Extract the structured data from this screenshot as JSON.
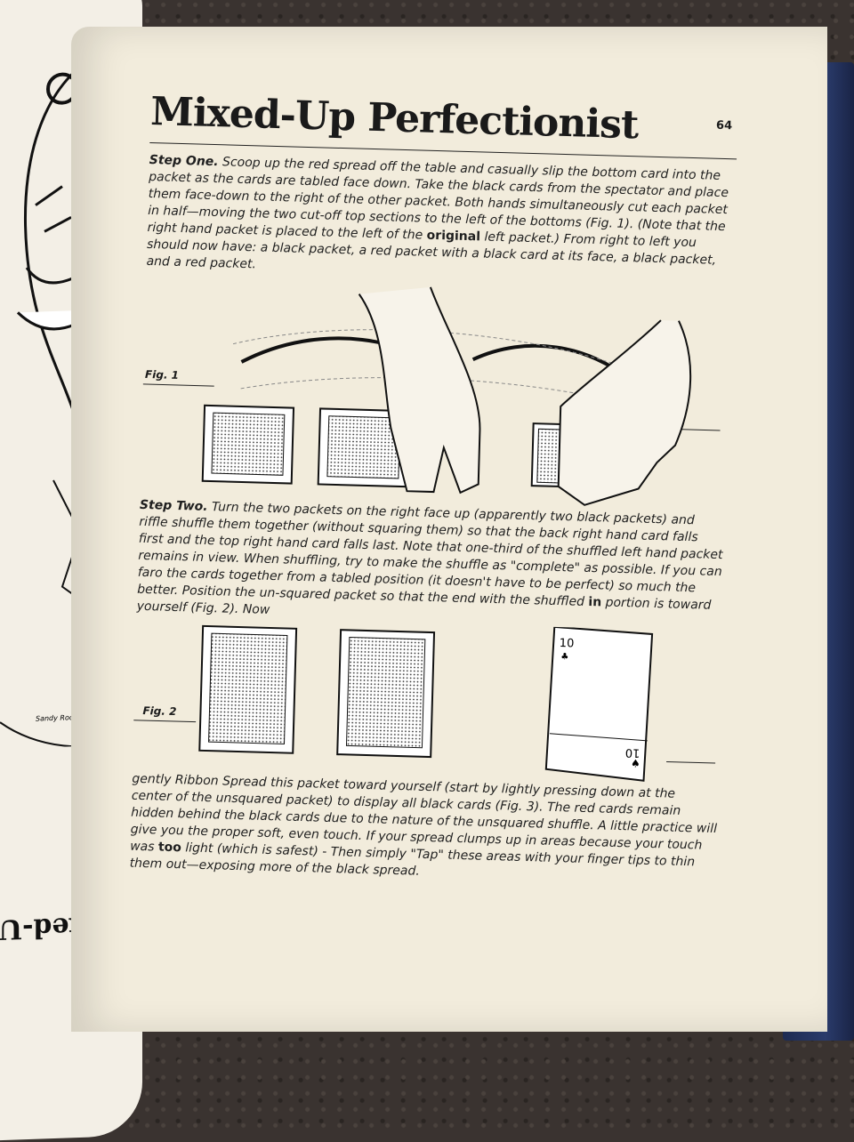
{
  "book": {
    "page_number": "64",
    "title": "Mixed-Up Perfectionist",
    "left_page_title": "Mixed-Up",
    "left_page_signature": "Sandy Root"
  },
  "step_one": {
    "lead": "Step One.",
    "text_a": " Scoop up the red spread off the table and casually slip the bottom card into the packet as the cards are tabled face down. Take the black cards from the spectator and place them face-down to the right of the other packet. Both hands simultaneously cut each packet in half—moving the two cut-off top sections to the left of the bottoms (Fig. 1). (Note that the right hand packet is placed to the left of the ",
    "emphasis": "original",
    "text_b": " left packet.) From right to left you should now have: a black packet, a red packet with a black card at its face, a black packet, and a red packet."
  },
  "figures": {
    "fig1_label": "Fig. 1",
    "fig2_label": "Fig. 2",
    "card_rank": "10"
  },
  "step_two": {
    "lead": "Step Two.",
    "text_a": " Turn the two packets on the right face up (apparently two black packets) and riffle shuffle them together (without squaring them) so that the back right hand card falls first and the top right hand card falls last. Note that one-third of the shuffled left hand packet remains in view. When shuffling, try to make the shuffle as \"complete\" as possible. If you can faro the cards together from a tabled position (it doesn't have to be perfect) so much the better. Position the un-squared packet so that the end with the shuffled ",
    "emphasis": "in",
    "text_b": " portion is toward yourself (Fig. 2). Now"
  },
  "continuation": {
    "text_a": "gently Ribbon Spread this packet toward yourself (start by lightly pressing down at the center of the unsquared packet) to display all black cards (Fig. 3). The red cards remain hidden behind the black cards due to the nature of the unsquared shuffle. A little practice will give you the proper soft, even touch. If your spread clumps up in areas because your touch was ",
    "emphasis": "too",
    "text_b": " light (which is safest) - Then simply \"Tap\" these areas with your finger tips to thin them out—exposing more of the black spread."
  }
}
